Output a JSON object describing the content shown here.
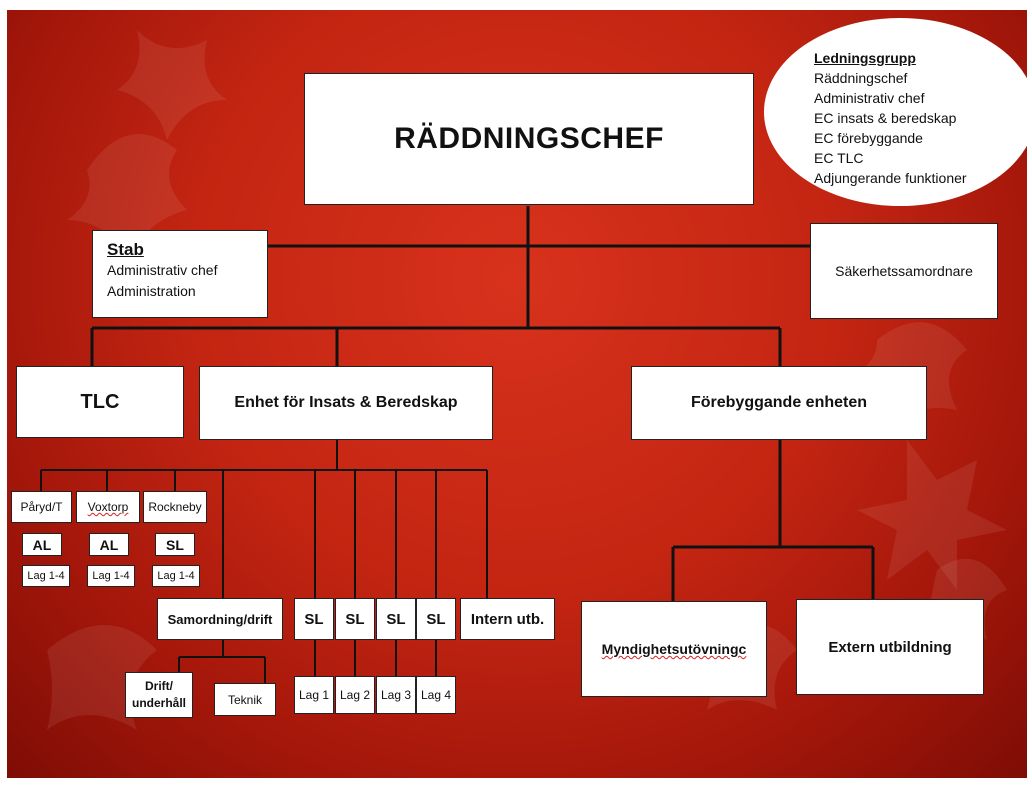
{
  "title": "RÄDDNINGSCHEF",
  "ledningsgrupp": {
    "heading": "Ledningsgrupp",
    "items": [
      "Räddningschef",
      "Administrativ chef",
      "EC insats & beredskap",
      "EC förebyggande",
      "EC TLC",
      "Adjungerande funktioner"
    ]
  },
  "stab": {
    "heading": "Stab",
    "items": [
      "Administrativ chef",
      "Administration"
    ]
  },
  "sakerhet": "Säkerhetssamordnare",
  "tlc": "TLC",
  "insats": "Enhet för Insats & Beredskap",
  "forebyggande": "Förebyggande enheten",
  "stations": [
    {
      "name": "Påryd/T",
      "role": "AL",
      "lag": "Lag 1-4"
    },
    {
      "name": "Voxtorp",
      "role": "AL",
      "lag": "Lag 1-4"
    },
    {
      "name": "Rockneby",
      "role": "SL",
      "lag": "Lag 1-4"
    }
  ],
  "samordning": "Samordning/drift",
  "drift": "Drift/ underhåll",
  "teknik": "Teknik",
  "sl_units": [
    {
      "role": "SL",
      "lag": "Lag 1"
    },
    {
      "role": "SL",
      "lag": "Lag 2"
    },
    {
      "role": "SL",
      "lag": "Lag 3"
    },
    {
      "role": "SL",
      "lag": "Lag 4"
    }
  ],
  "intern": "Intern utb.",
  "myndighet": "Myndighetsutövningc",
  "extern": "Extern utbildning",
  "colors": {
    "background": "#c32512",
    "box": "#ffffff",
    "line": "#111111"
  }
}
